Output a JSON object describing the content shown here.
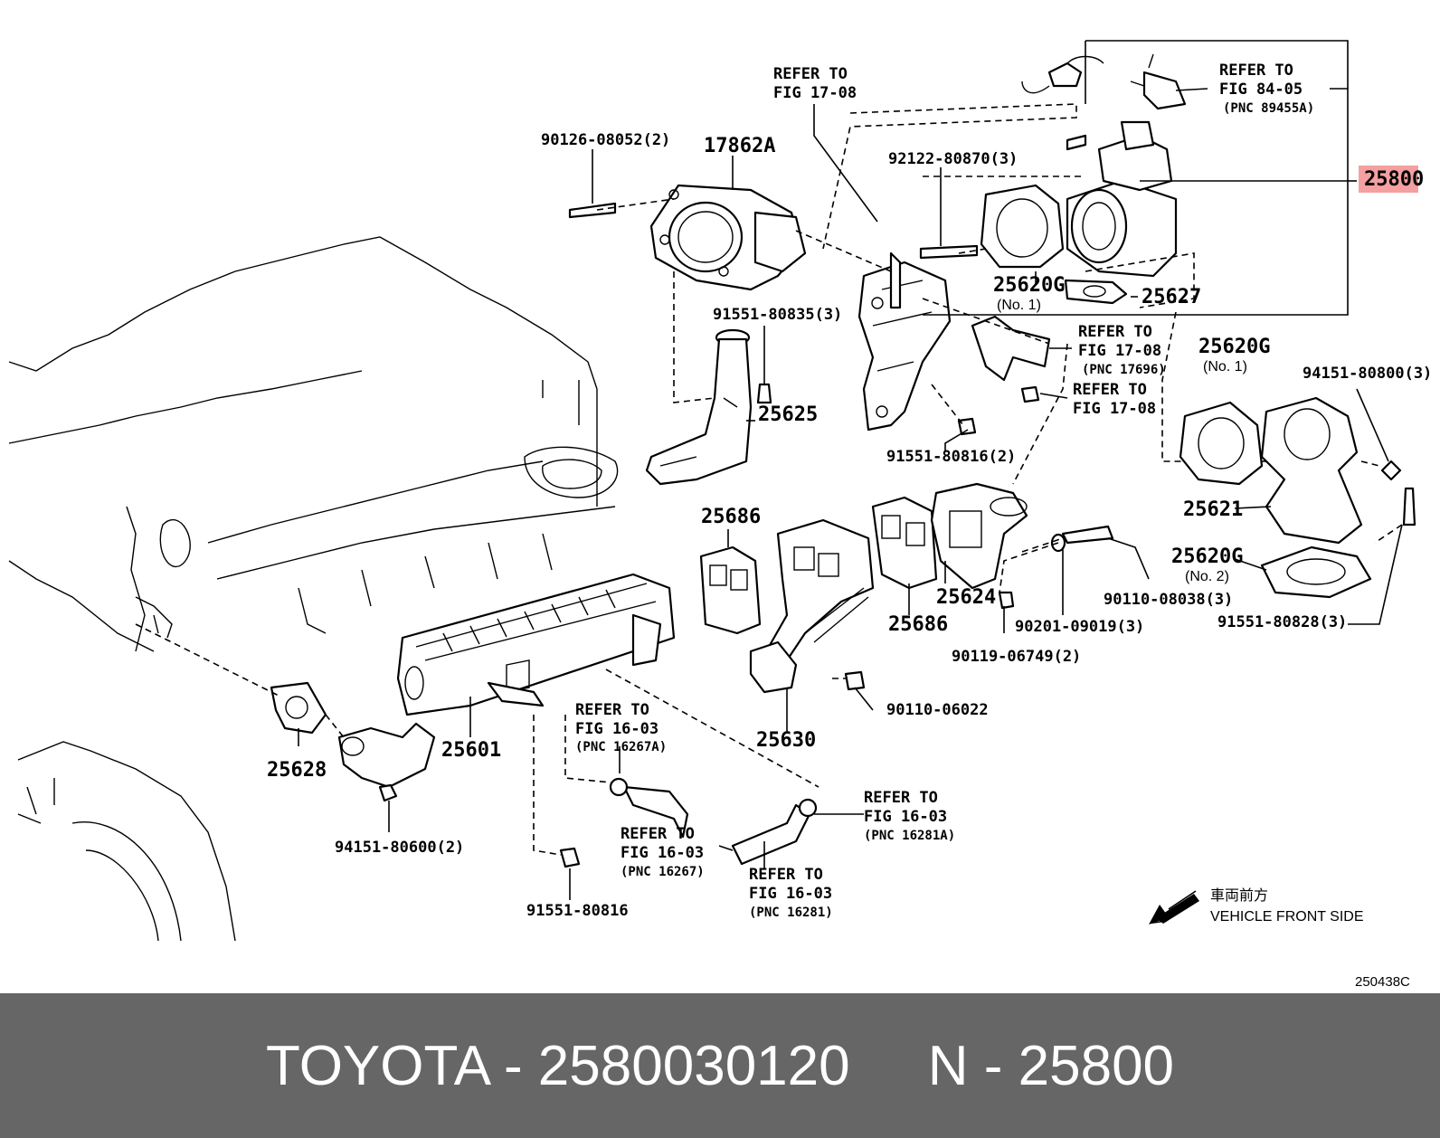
{
  "labels": {
    "l_90126": "90126-08052(2)",
    "l_17862a": "17862A",
    "l_refer_1708_top_a": "REFER TO",
    "l_refer_1708_top_b": "FIG 17-08",
    "l_92122": "92122-80870(3)",
    "l_refer_8405_a": "REFER TO",
    "l_refer_8405_b": "FIG 84-05",
    "l_refer_8405_c": "(PNC 89455A)",
    "l_25800": "25800",
    "l_25620g_a": "25620G",
    "l_25620g_a_no": "(No. 1)",
    "l_25627": "25627",
    "l_91551_80835": "91551-80835(3)",
    "l_refer_1708_mid_a": "REFER TO",
    "l_refer_1708_mid_b": "FIG 17-08",
    "l_refer_1708_mid_c": "(PNC 17696)",
    "l_refer_1708_low_a": "REFER TO",
    "l_refer_1708_low_b": "FIG 17-08",
    "l_25620g_b": "25620G",
    "l_25620g_b_no": "(No. 1)",
    "l_94151_80800": "94151-80800(3)",
    "l_25625": "25625",
    "l_91551_80816_2": "91551-80816(2)",
    "l_25686_top": "25686",
    "l_25621": "25621",
    "l_25620g_c": "25620G",
    "l_25620g_c_no": "(No. 2)",
    "l_25624": "25624",
    "l_25686_bot": "25686",
    "l_90110_08038": "90110-08038(3)",
    "l_90201": "90201-09019(3)",
    "l_90119": "90119-06749(2)",
    "l_91551_80828": "91551-80828(3)",
    "l_90110_06022": "90110-06022",
    "l_25630": "25630",
    "l_refer_1603_a1": "REFER TO",
    "l_refer_1603_a2": "FIG 16-03",
    "l_refer_1603_a3": "(PNC 16267A)",
    "l_25628": "25628",
    "l_25601": "25601",
    "l_refer_1603_b1": "REFER TO",
    "l_refer_1603_b2": "FIG 16-03",
    "l_refer_1603_b3": "(PNC 16281A)",
    "l_refer_1603_c1": "REFER TO",
    "l_refer_1603_c2": "FIG 16-03",
    "l_refer_1603_c3": "(PNC 16267)",
    "l_refer_1603_d1": "REFER TO",
    "l_refer_1603_d2": "FIG 16-03",
    "l_refer_1603_d3": "(PNC 16281)",
    "l_94151_80600": "94151-80600(2)",
    "l_91551_80816": "91551-80816",
    "l_front_jp": "車両前方",
    "l_front_en": "VEHICLE FRONT SIDE",
    "l_diagram_id": "250438C"
  },
  "highlight_color": "#f4a0a0",
  "footer": {
    "text": "TOYOTA - 2580030120     N - 25800",
    "bg_color": "#666666",
    "text_color": "#ffffff"
  }
}
